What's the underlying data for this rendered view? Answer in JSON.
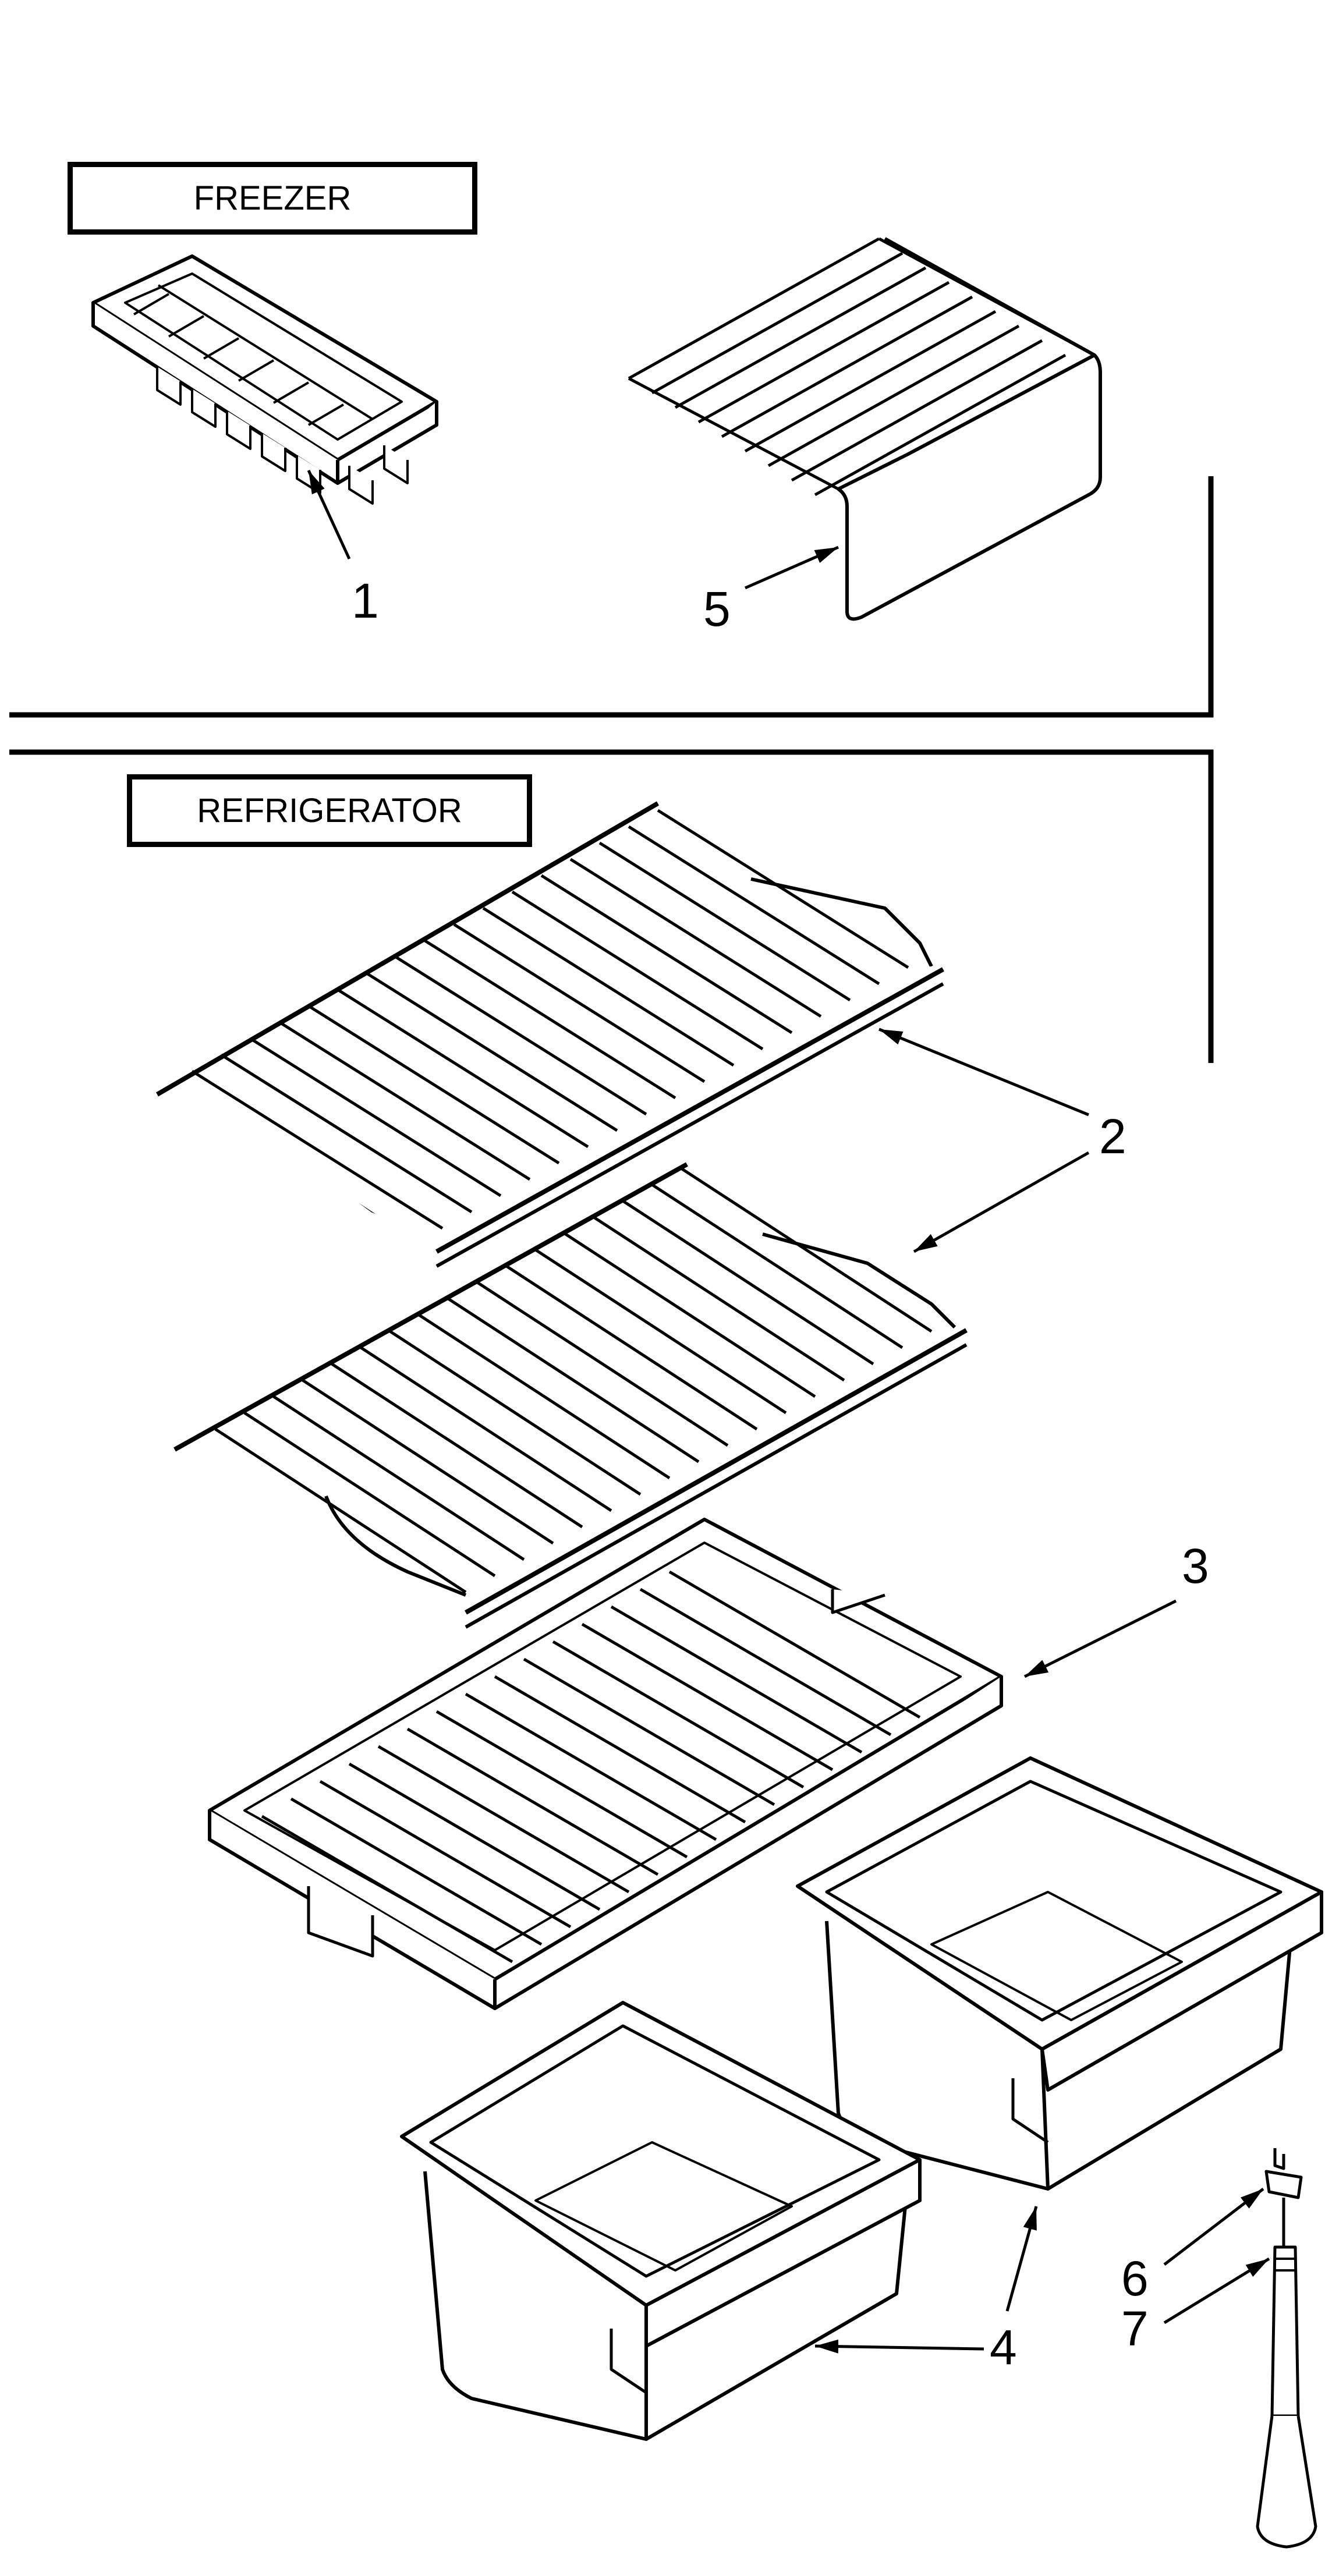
{
  "sections": {
    "freezer": "FREEZER",
    "refrigerator": "REFRIGERATOR"
  },
  "callouts": {
    "ice_tray": "1",
    "wire_shelf": "2",
    "crisper_cover": "3",
    "crisper_drawer": "4",
    "freezer_shelf": "5",
    "leveling_screw": "6",
    "leveling_leg": "7"
  },
  "colors": {
    "line": "#000000",
    "background": "#ffffff"
  }
}
